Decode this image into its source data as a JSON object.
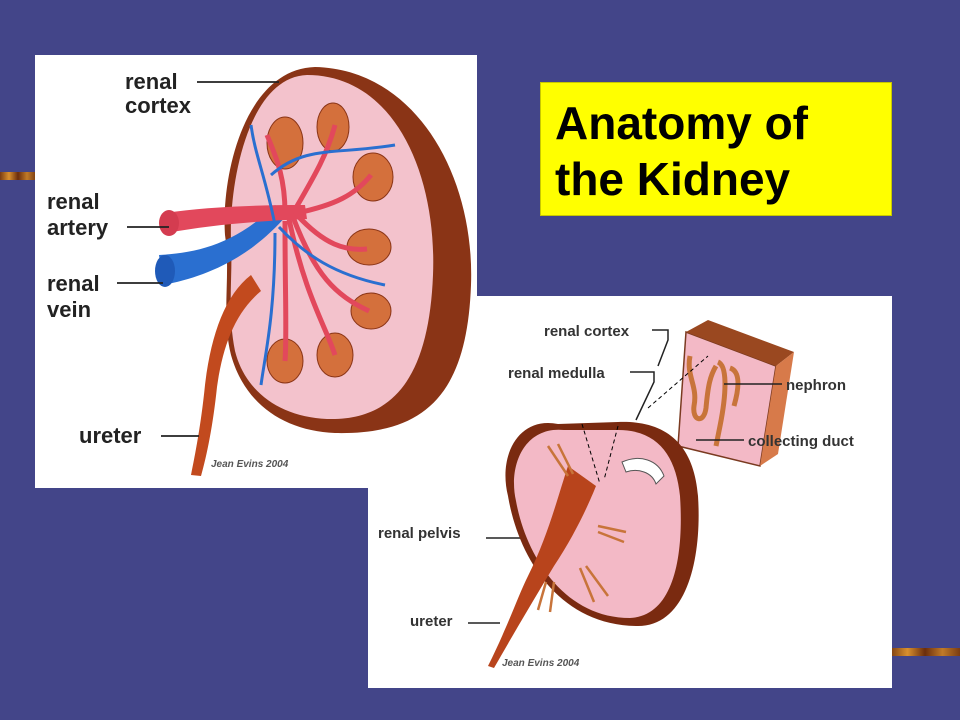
{
  "slide": {
    "title": "Anatomy of the Kidney",
    "background_color": "#434589",
    "title_box_color": "#ffff00"
  },
  "diagram_left": {
    "labels": {
      "cortex_line1": "renal",
      "cortex_line2": "cortex",
      "artery_line1": "renal",
      "artery_line2": "artery",
      "vein_line1": "renal",
      "vein_line2": "vein",
      "ureter": "ureter"
    },
    "signature": "Jean Evins 2004"
  },
  "diagram_right": {
    "labels": {
      "renal_cortex": "renal cortex",
      "renal_medulla": "renal medulla",
      "nephron": "nephron",
      "collecting_duct": "collecting duct",
      "renal_pelvis": "renal pelvis",
      "ureter": "ureter"
    },
    "signature": "Jean Evins 2004"
  },
  "icons": [
    "kidney-cross-section-illustration",
    "kidney-wedge-illustration",
    "nephron-illustration",
    "curved-arrow-icon"
  ]
}
